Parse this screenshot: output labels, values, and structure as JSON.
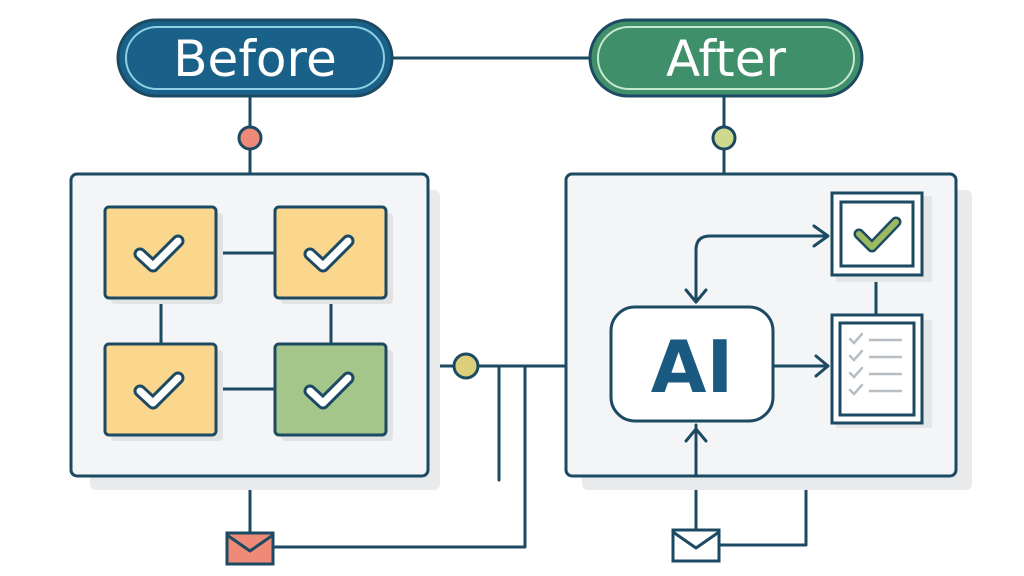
{
  "diagram": {
    "type": "before-after-workflow",
    "colors": {
      "outline": "#1d4a63",
      "before_pill": "#1a6189",
      "after_pill": "#3f8f6b",
      "task_pending": "#fbd68d",
      "task_done": "#a5c68a",
      "panel_bg": "#f4f5f6",
      "before_dot": "#ef8a78",
      "after_dot": "#cfd98e",
      "join_dot": "#dccf7c",
      "mail_before": "#ef8a78",
      "mail_after": "#ffffff",
      "ai_text": "#1a5a80",
      "check_green": "#9cba62",
      "list_gray": "#b8bec3"
    },
    "before": {
      "label": "Before",
      "tasks": [
        {
          "id": "task-1",
          "status": "pending",
          "icon": "check-icon"
        },
        {
          "id": "task-2",
          "status": "pending",
          "icon": "check-icon"
        },
        {
          "id": "task-3",
          "status": "pending",
          "icon": "check-icon"
        },
        {
          "id": "task-4",
          "status": "done",
          "icon": "check-icon"
        }
      ],
      "mail_icon": "envelope-icon"
    },
    "after": {
      "label": "After",
      "ai_label": "AI",
      "approved_icon": "check-icon",
      "checklist_icon": "checklist-icon",
      "checklist_items": 4,
      "mail_icon": "envelope-icon"
    }
  }
}
